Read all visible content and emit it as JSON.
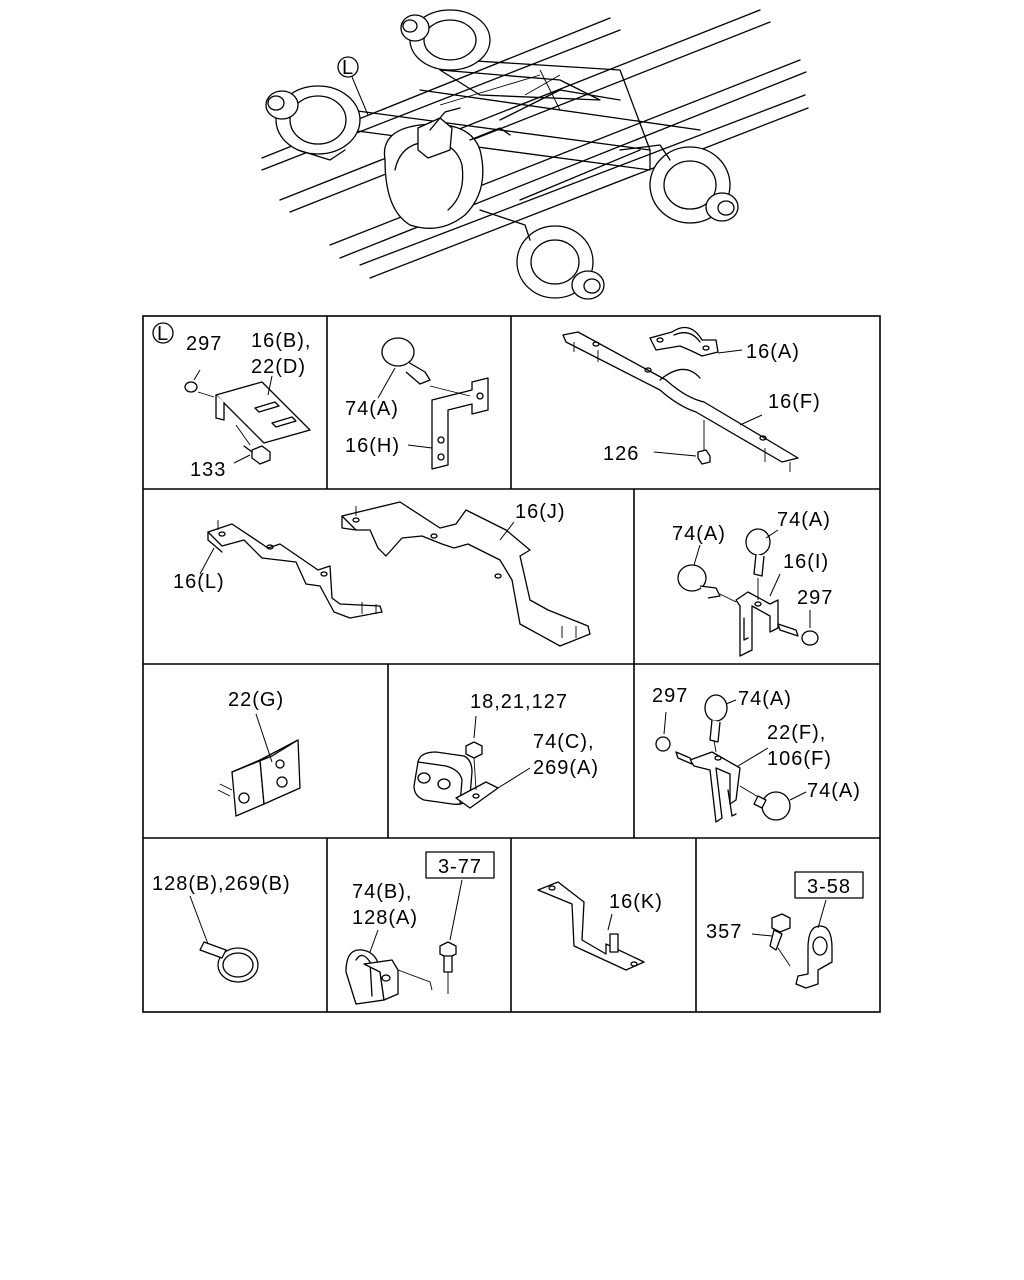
{
  "overview": {
    "locator": "L"
  },
  "panels": {
    "p1": {
      "locator": "L",
      "labels": [
        "297",
        "16(B),",
        "22(D)",
        "133"
      ]
    },
    "p2": {
      "labels": [
        "74(A)",
        "16(H)"
      ]
    },
    "p3": {
      "labels": [
        "16(A)",
        "16(F)",
        "126"
      ]
    },
    "p4": {
      "labels": [
        "16(J)",
        "16(L)"
      ]
    },
    "p5": {
      "labels": [
        "74(A)",
        "74(A)",
        "16(I)",
        "297"
      ]
    },
    "p6": {
      "labels": [
        "22(G)"
      ]
    },
    "p7": {
      "labels": [
        "18,21,127",
        "74(C),",
        "269(A)"
      ]
    },
    "p8": {
      "labels": [
        "297",
        "74(A)",
        "22(F),",
        "106(F)",
        "74(A)"
      ]
    },
    "p9": {
      "labels": [
        "128(B),269(B)"
      ]
    },
    "p10": {
      "ref": "3-77",
      "labels": [
        "74(B),",
        "128(A)"
      ]
    },
    "p11": {
      "labels": [
        "16(K)"
      ]
    },
    "p12": {
      "ref": "3-58",
      "labels": [
        "357"
      ]
    }
  }
}
